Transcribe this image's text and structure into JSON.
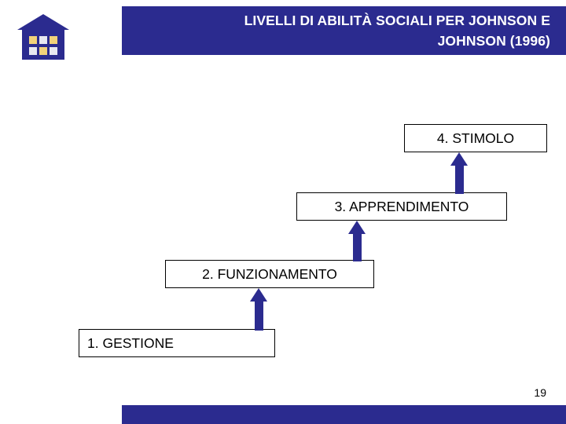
{
  "header": {
    "title": "LIVELLI DI ABILITÀ SOCIALI PER JOHNSON E\nJOHNSON (1996)",
    "bar_color": "#2b2b8f"
  },
  "logo": {
    "name": "house-logo",
    "body_color": "#2b2b8f",
    "window_colors": [
      "#f2d27a",
      "#e8e8f0",
      "#f2d27a",
      "#e8e8f0",
      "#f2d27a",
      "#e8e8f0"
    ]
  },
  "diagram": {
    "type": "staircase",
    "arrow_color": "#2b2b8f",
    "steps": [
      {
        "label": "1. GESTIONE"
      },
      {
        "label": "2. FUNZIONAMENTO"
      },
      {
        "label": "3. APPRENDIMENTO"
      },
      {
        "label": "4. STIMOLO"
      }
    ]
  },
  "footer": {
    "page_number": "19",
    "bar_color": "#2b2b8f"
  }
}
